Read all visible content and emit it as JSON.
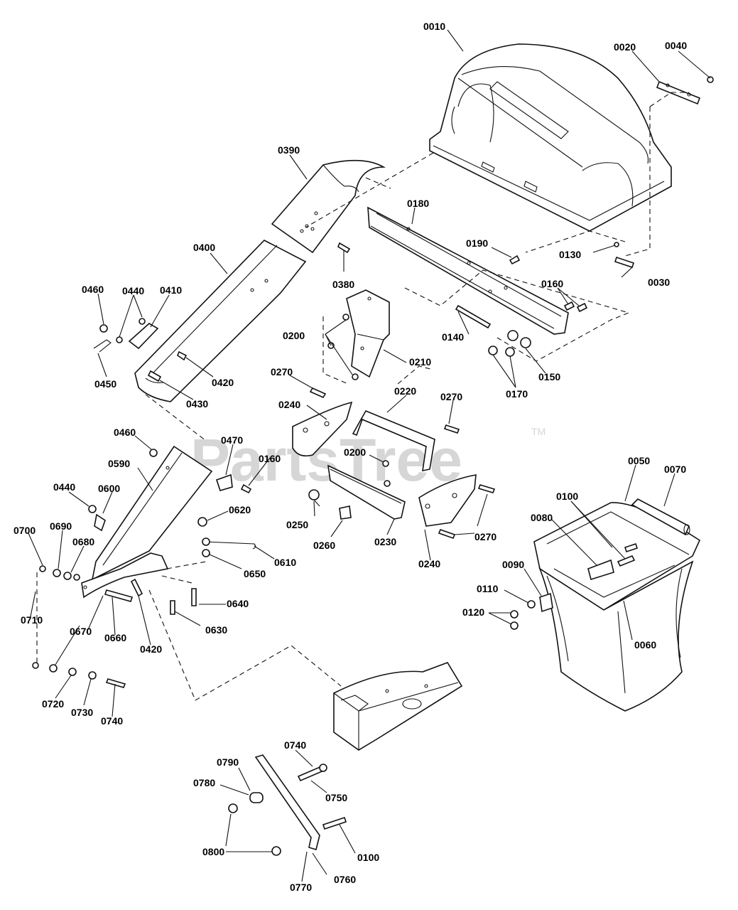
{
  "watermark": {
    "text": "PartsTree",
    "trademark": "TM"
  },
  "labels": {
    "p0010": "0010",
    "p0020": "0020",
    "p0040": "0040",
    "p0030": "0030",
    "p0130": "0130",
    "p0390": "0390",
    "p0180": "0180",
    "p0190": "0190",
    "p0380": "0380",
    "p0400": "0400",
    "p0160a": "0160",
    "p0460a": "0460",
    "p0440a": "0440",
    "p0410": "0410",
    "p0140": "0140",
    "p0150": "0150",
    "p0200a": "0200",
    "p0210": "0210",
    "p0170": "0170",
    "p0450": "0450",
    "p0420a": "0420",
    "p0430": "0430",
    "p0270a": "0270",
    "p0220": "0220",
    "p0270b": "0270",
    "p0240a": "0240",
    "p0460b": "0460",
    "p0470": "0470",
    "p0590": "0590",
    "p0160b": "0160",
    "p0200b": "0200",
    "p0050": "0050",
    "p0070": "0070",
    "p0440b": "0440",
    "p0600": "0600",
    "p0100a": "0100",
    "p0080": "0080",
    "p0250": "0250",
    "p0620": "0620",
    "p0700": "0700",
    "p0690": "0690",
    "p0680": "0680",
    "p0260": "0260",
    "p0230": "0230",
    "p0270c": "0270",
    "p0610": "0610",
    "p0650": "0650",
    "p0240b": "0240",
    "p0090": "0090",
    "p0110": "0110",
    "p0640": "0640",
    "p0120": "0120",
    "p0710": "0710",
    "p0670": "0670",
    "p0630": "0630",
    "p0660": "0660",
    "p0060": "0060",
    "p0420b": "0420",
    "p0720": "0720",
    "p0730": "0730",
    "p0740a": "0740",
    "p0740b": "0740",
    "p0790": "0790",
    "p0780": "0780",
    "p0750": "0750",
    "p0100b": "0100",
    "p0800": "0800",
    "p0760": "0760",
    "p0770": "0770"
  }
}
